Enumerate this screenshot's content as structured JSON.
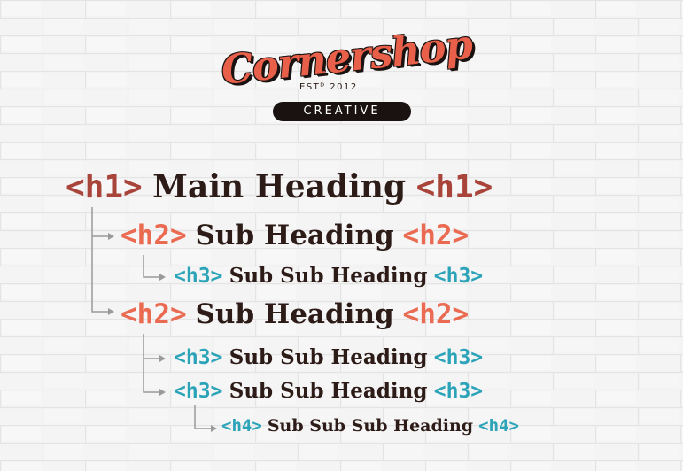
{
  "logo": {
    "wordmark": "Cornershop",
    "established": "ESTᴰ 2012",
    "tagline": "CREATIVE"
  },
  "colors": {
    "background": "#f3f3f3",
    "h1_tag": "#a8443a",
    "h2_tag": "#ea6b52",
    "h3_h4_tag": "#2ba3b8",
    "heading_text": "#2d1b17",
    "connector": "#9a9a9a"
  },
  "headings": {
    "h1": {
      "open_tag": "<h1>",
      "label": "Main Heading",
      "close_tag": "<h1>"
    },
    "h2_first": {
      "open_tag": "<h2>",
      "label": "Sub Heading",
      "close_tag": "<h2>"
    },
    "h3_first": {
      "open_tag": "<h3>",
      "label": "Sub Sub Heading",
      "close_tag": "<h3>"
    },
    "h2_second": {
      "open_tag": "<h2>",
      "label": "Sub Heading",
      "close_tag": "<h2>"
    },
    "h3_second": {
      "open_tag": "<h3>",
      "label": "Sub Sub Heading",
      "close_tag": "<h3>"
    },
    "h3_third": {
      "open_tag": "<h3>",
      "label": "Sub Sub Heading",
      "close_tag": "<h3>"
    },
    "h4": {
      "open_tag": "<h4>",
      "label": "Sub Sub Sub Heading",
      "close_tag": "<h4>"
    }
  }
}
